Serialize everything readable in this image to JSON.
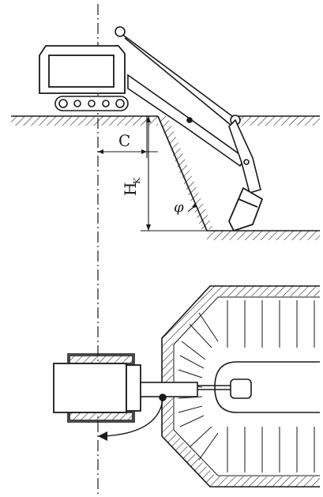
{
  "labels": {
    "c": "C",
    "h_k": "H",
    "h_k_sub": "K",
    "phi": "φ"
  },
  "colors": {
    "ink": "#1a1a1a",
    "paper": "#ffffff",
    "hatch": "#2a2a2a"
  }
}
